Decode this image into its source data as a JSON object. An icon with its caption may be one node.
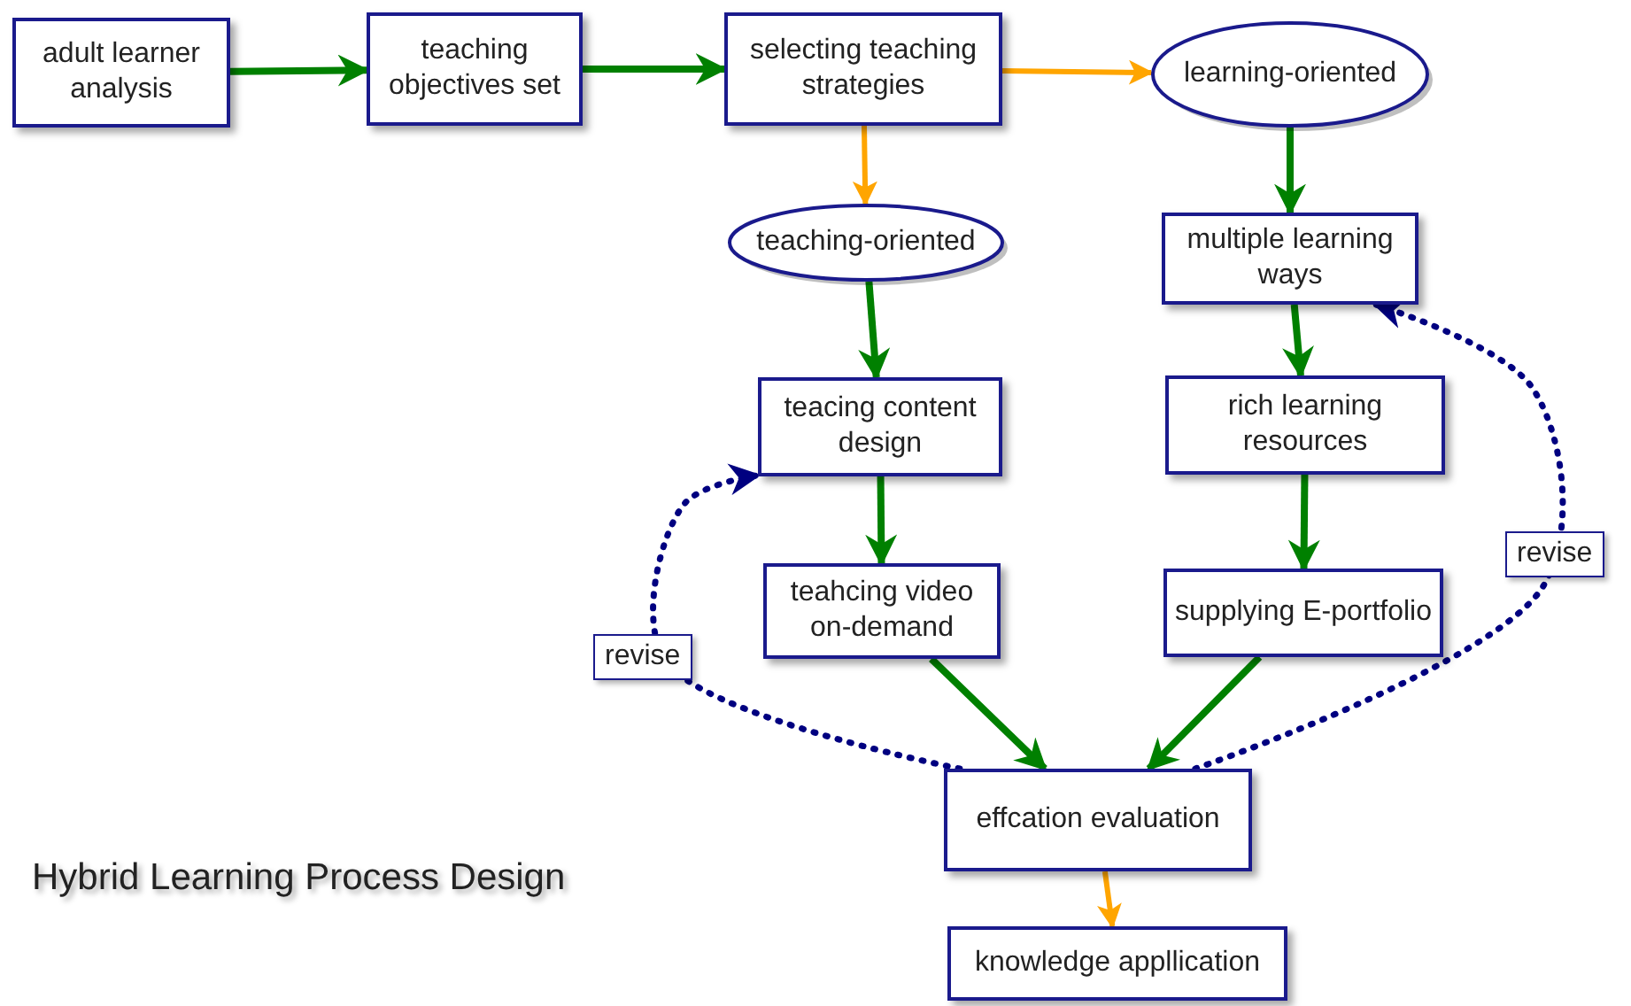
{
  "diagram": {
    "title": "Hybrid Learning Process Design",
    "nodes": [
      {
        "text": [
          "adult learner analysis"
        ]
      },
      {
        "text": [
          "teaching objectives set"
        ]
      },
      {
        "text": [
          "selecting teaching strategies"
        ]
      },
      {
        "text": [
          "learning-oriented"
        ]
      },
      {
        "text": [
          "teaching-oriented"
        ]
      },
      {
        "text": [
          "multiple learning ways"
        ]
      },
      {
        "text": [
          "teacing content design"
        ]
      },
      {
        "text": [
          "rich learning resources"
        ]
      },
      {
        "text": [
          "teahcing video on-demand"
        ]
      },
      {
        "text": [
          "supplying E-portfolio"
        ]
      },
      {
        "text": [
          "effcation evaluation"
        ]
      },
      {
        "text": [
          "knowledge appllication"
        ]
      }
    ],
    "edges": [
      {
        "from": 0,
        "to": 1,
        "arrow": "to"
      },
      {
        "from": 1,
        "to": 2,
        "arrow": "to"
      },
      {
        "from": 2,
        "to": 3,
        "arrow": "to",
        "color": "#ffa500"
      },
      {
        "from": 2,
        "to": 4,
        "arrow": "to",
        "color": "#ffa500"
      },
      {
        "from": 3,
        "to": 5,
        "arrow": "to"
      },
      {
        "from": 4,
        "to": 6,
        "arrow": "to"
      },
      {
        "from": 5,
        "to": 7,
        "arrow": "to"
      },
      {
        "from": 6,
        "to": 8,
        "arrow": "to"
      },
      {
        "from": 7,
        "to": 9,
        "arrow": "to"
      },
      {
        "from": 8,
        "to": 10,
        "arrow": "to"
      },
      {
        "from": 9,
        "to": 10,
        "arrow": "to"
      },
      {
        "from": 10,
        "to": 11,
        "arrow": "to",
        "color": "#ffa500"
      },
      {
        "from": 10,
        "to": 6,
        "arrow": "to",
        "label": "revise",
        "style": "dashed",
        "color": "#000080"
      },
      {
        "from": 10,
        "to": 5,
        "arrow": "to",
        "label": "revise",
        "style": "dashed",
        "color": "#000080"
      }
    ]
  }
}
